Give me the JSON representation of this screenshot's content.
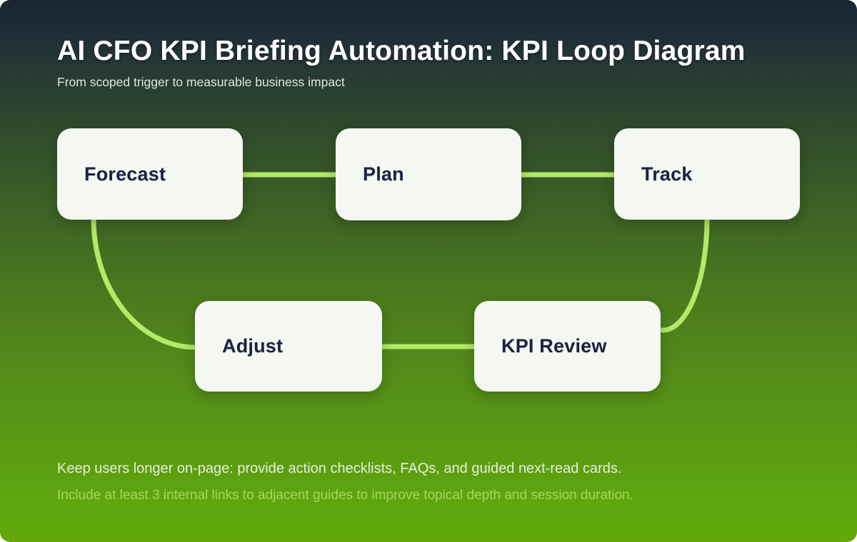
{
  "header": {
    "title": "AI CFO KPI Briefing Automation: KPI Loop Diagram",
    "subtitle": "From scoped trigger to measurable business impact"
  },
  "diagram": {
    "type": "loop-flow",
    "nodes": [
      {
        "id": "forecast",
        "label": "Forecast"
      },
      {
        "id": "plan",
        "label": "Plan"
      },
      {
        "id": "track",
        "label": "Track"
      },
      {
        "id": "kpi-review",
        "label": "KPI Review"
      },
      {
        "id": "adjust",
        "label": "Adjust"
      }
    ],
    "connections": [
      [
        "Forecast",
        "Plan"
      ],
      [
        "Plan",
        "Track"
      ],
      [
        "Track",
        "KPI Review"
      ],
      [
        "KPI Review",
        "Adjust"
      ],
      [
        "Adjust",
        "Forecast"
      ]
    ],
    "connector_color": "#b2e968",
    "node_fill": "#f5f7f2",
    "node_text_color": "#1b2340"
  },
  "footer": {
    "line1": "Keep users longer on-page: provide action checklists, FAQs, and guided next-read cards.",
    "line2": "Include at least 3 internal links to adjacent guides to improve topical depth and session duration."
  },
  "colors": {
    "background_top": "#1a2530",
    "background_middle": "#406723",
    "background_bottom": "#62a80d",
    "title_color": "#ffffff",
    "subtitle_color": "#dde8dc",
    "footer_line1_color": "#e6eedb",
    "footer_line2_color": "#a6d75f"
  }
}
